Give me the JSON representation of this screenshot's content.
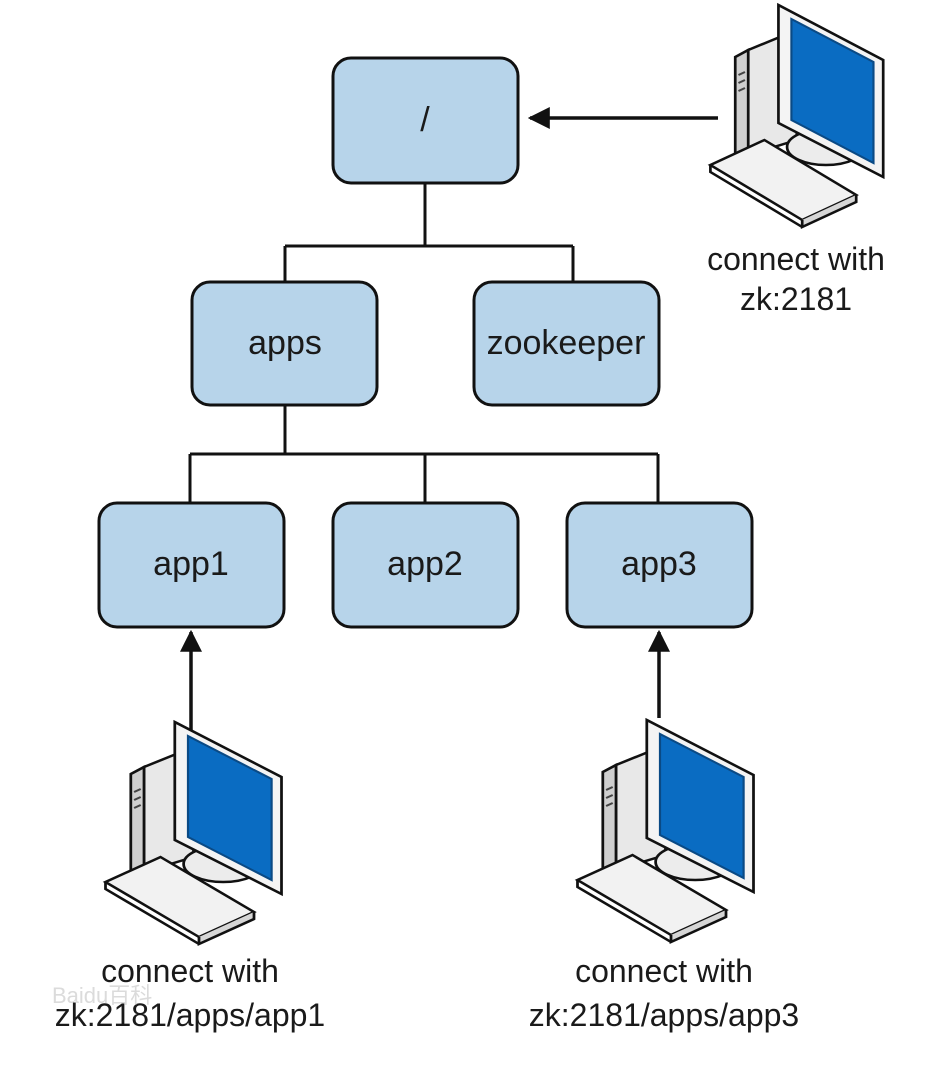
{
  "diagram": {
    "nodes": [
      {
        "id": "root",
        "label": "/"
      },
      {
        "id": "apps",
        "label": "apps"
      },
      {
        "id": "zookeeper",
        "label": "zookeeper"
      },
      {
        "id": "app1",
        "label": "app1"
      },
      {
        "id": "app2",
        "label": "app2"
      },
      {
        "id": "app3",
        "label": "app3"
      }
    ],
    "edges": [
      {
        "from": "root",
        "to": "apps"
      },
      {
        "from": "root",
        "to": "zookeeper"
      },
      {
        "from": "apps",
        "to": "app1"
      },
      {
        "from": "apps",
        "to": "app2"
      },
      {
        "from": "apps",
        "to": "app3"
      }
    ],
    "clients": [
      {
        "id": "client-root",
        "target": "root",
        "caption_line1": "connect with",
        "caption_line2": "zk:2181"
      },
      {
        "id": "client-app1",
        "target": "app1",
        "caption_line1": "connect with",
        "caption_line2": "zk:2181/apps/app1"
      },
      {
        "id": "client-app3",
        "target": "app3",
        "caption_line1": "connect with",
        "caption_line2": "zk:2181/apps/app3"
      }
    ],
    "watermark": "Baidu百科"
  },
  "colors": {
    "node_fill": "#b7d4ea",
    "outline": "#111111",
    "screen": "#0a6cc2",
    "computer_body": "#f0f0f0"
  },
  "icons": {
    "client": "desktop-computer-icon"
  }
}
